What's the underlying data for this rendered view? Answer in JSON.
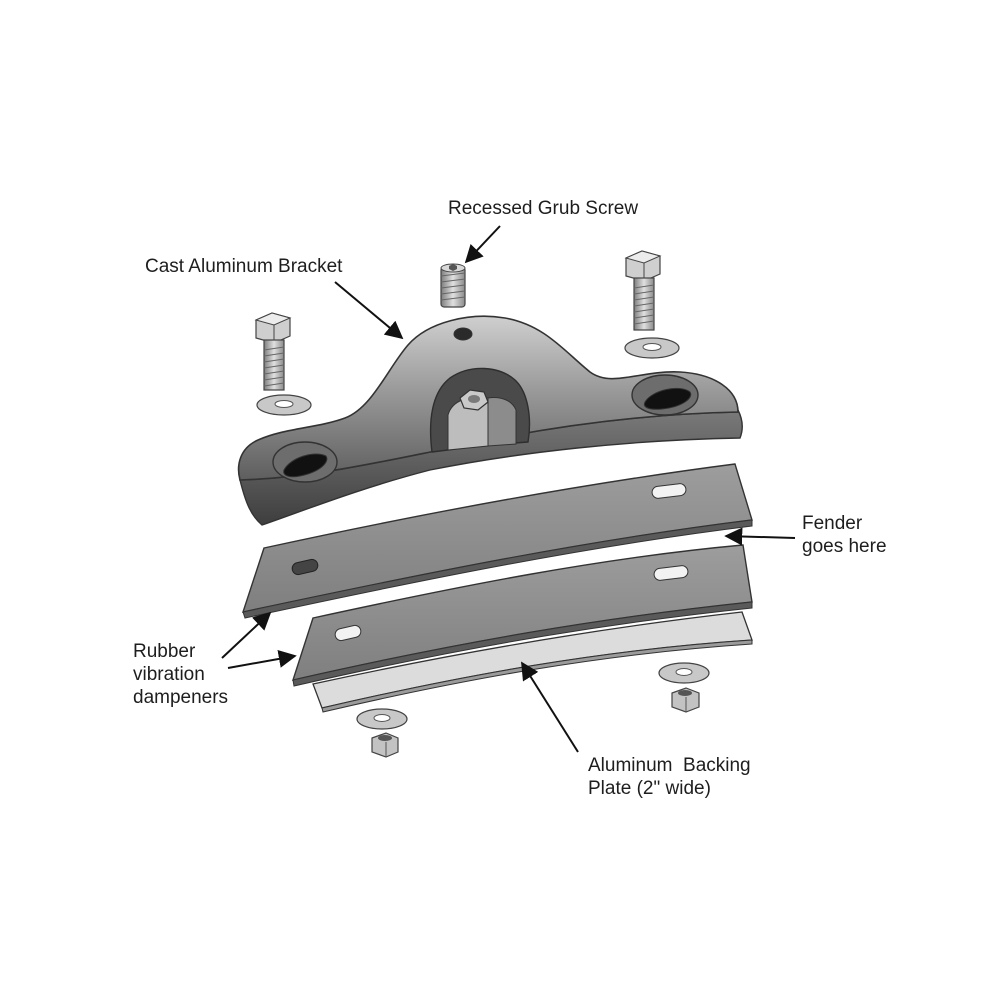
{
  "labels": {
    "grub_screw": "Recessed Grub Screw",
    "bracket": "Cast Aluminum Bracket",
    "fender": [
      "Fender",
      "goes here"
    ],
    "rubber": [
      "Rubber",
      "vibration",
      "dampeners"
    ],
    "backing_plate": [
      "Aluminum  Backing",
      "Plate (2\" wide)"
    ]
  },
  "colors": {
    "bracket": "#8a8a8a",
    "rubber": "#8f8f8f",
    "backing_plate": "#d9d9d9",
    "hardware": "#b5b5b5",
    "arrow": "#111111"
  }
}
